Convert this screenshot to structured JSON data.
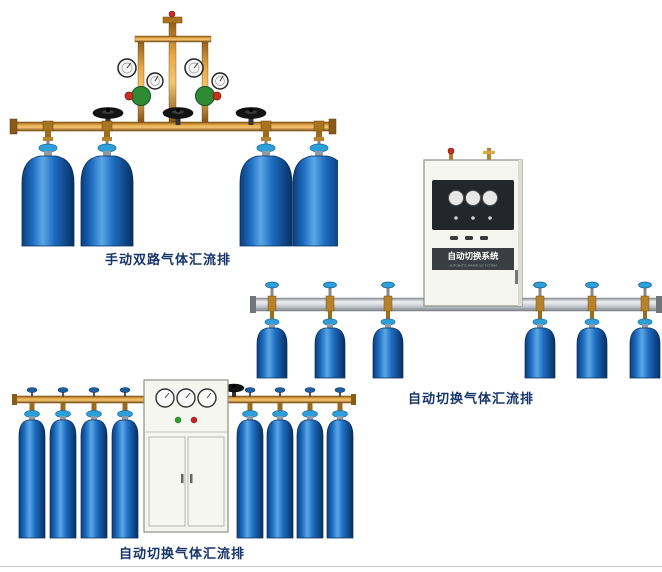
{
  "figures": [
    {
      "id": "manual-dual-manifold",
      "label": "手动双路气体汇流排"
    },
    {
      "id": "auto-switch-manifold-1",
      "label": "自动切换气体汇流排",
      "cabinet_title": "自动切换系统",
      "cabinet_subtitle": "AUTOMATIC MANIFOLD SYSTEM"
    },
    {
      "id": "auto-switch-manifold-2",
      "label": "自动切换气体汇流排"
    }
  ],
  "colors": {
    "brass": "#c08a30",
    "cylinder_blue": "#1d6cc0",
    "cap_blue": "#2e9fd8",
    "rail_silver": "#d9dde1",
    "label_text": "#16366b"
  }
}
